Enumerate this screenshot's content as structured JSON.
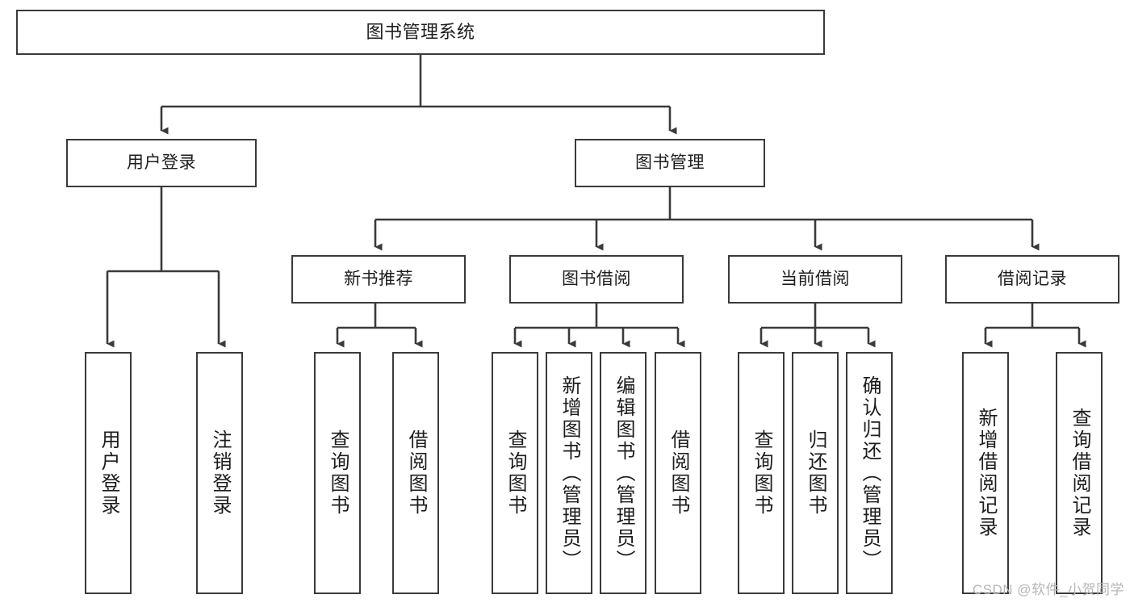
{
  "diagram": {
    "title_node": {
      "label": "图书管理系统"
    },
    "level2": [
      {
        "id": "user-login",
        "label": "用户登录"
      },
      {
        "id": "book-manage",
        "label": "图书管理"
      }
    ],
    "level3": [
      {
        "id": "new-book-recommend",
        "label": "新书推荐"
      },
      {
        "id": "book-borrow",
        "label": "图书借阅"
      },
      {
        "id": "current-borrow",
        "label": "当前借阅"
      },
      {
        "id": "borrow-record",
        "label": "借阅记录"
      }
    ],
    "leaves": [
      {
        "id": "leaf-user-login",
        "label": "用户登录",
        "parent": "user-login"
      },
      {
        "id": "leaf-logout-login",
        "label": "注销登录",
        "parent": "user-login"
      },
      {
        "id": "leaf-query-book-1",
        "label": "查询图书",
        "parent": "new-book-recommend"
      },
      {
        "id": "leaf-borrow-book-1",
        "label": "借阅图书",
        "parent": "new-book-recommend"
      },
      {
        "id": "leaf-query-book-2",
        "label": "查询图书",
        "parent": "book-borrow"
      },
      {
        "id": "leaf-add-book",
        "label": "新增图书（管理员）",
        "parent": "book-borrow"
      },
      {
        "id": "leaf-edit-book",
        "label": "编辑图书（管理员）",
        "parent": "book-borrow"
      },
      {
        "id": "leaf-borrow-book-2",
        "label": "借阅图书",
        "parent": "book-borrow"
      },
      {
        "id": "leaf-query-book-3",
        "label": "查询图书",
        "parent": "current-borrow"
      },
      {
        "id": "leaf-return-book",
        "label": "归还图书",
        "parent": "current-borrow"
      },
      {
        "id": "leaf-confirm-return",
        "label": "确认归还（管理员）",
        "parent": "current-borrow"
      },
      {
        "id": "leaf-add-record",
        "label": "新增借阅记录",
        "parent": "borrow-record"
      },
      {
        "id": "leaf-query-record",
        "label": "查询借阅记录",
        "parent": "borrow-record"
      }
    ],
    "watermark": "CSDN @软件_小贺同学",
    "colors": {
      "stroke": "#3a3a3a",
      "background": "#ffffff",
      "text": "#1d1d1d",
      "watermark": "#b6b6b6"
    }
  }
}
